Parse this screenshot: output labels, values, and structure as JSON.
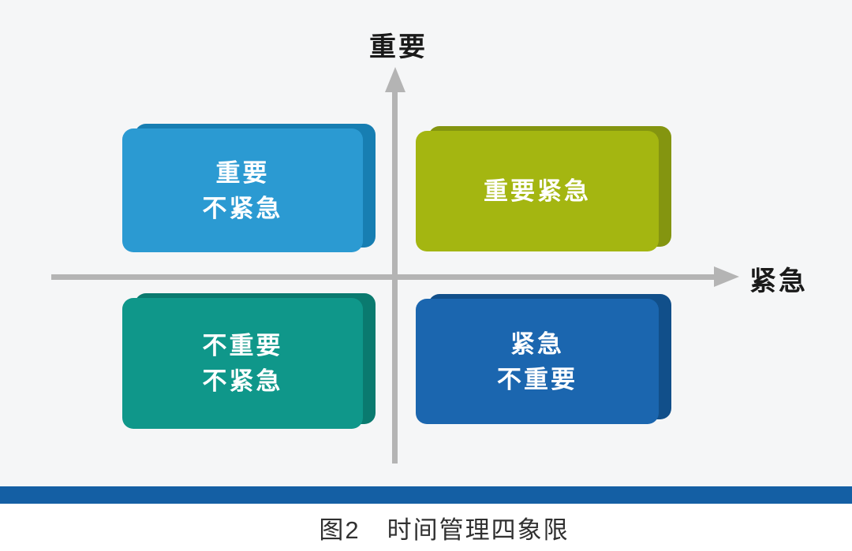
{
  "figure": {
    "axis": {
      "y_label": "重要",
      "x_label": "紧急"
    },
    "quadrants": {
      "top_left": {
        "line1": "重要",
        "line2": "不紧急"
      },
      "top_right": {
        "line1": "重要紧急"
      },
      "bottom_left": {
        "line1": "不重要",
        "line2": "不紧急"
      },
      "bottom_right": {
        "line1": "紧急",
        "line2": "不重要"
      }
    },
    "caption": {
      "figure_number": "图2",
      "title": "时间管理四象限"
    }
  },
  "colors": {
    "page_bg": "#f5f6f7",
    "axis": "#b4b4b4",
    "text_dark": "#1a1a1a",
    "card_text": "#ffffff",
    "q_top_left_bg": "#2b9ad2",
    "q_top_left_edge": "#177eb2",
    "q_top_right_bg": "#a4b611",
    "q_top_right_edge": "#849510",
    "q_bottom_left_bg": "#0f978a",
    "q_bottom_left_edge": "#0a7a6f",
    "q_bottom_right_bg": "#1b66af",
    "q_bottom_right_edge": "#114f8a",
    "divider_bar": "#145fa4",
    "caption_text": "#303030"
  }
}
